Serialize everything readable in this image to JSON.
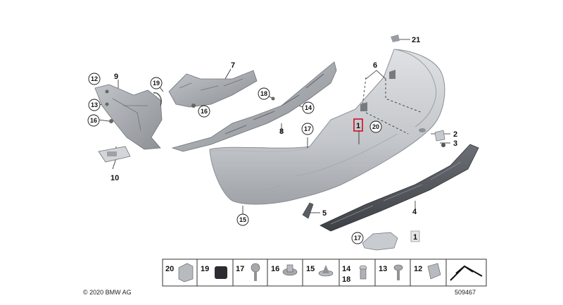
{
  "callouts": {
    "p1": "1",
    "p2": "2",
    "p3": "3",
    "p4": "4",
    "p5": "5",
    "p6": "6",
    "p7": "7",
    "p8": "8",
    "p9": "9",
    "p10": "10",
    "p12": "12",
    "p13": "13",
    "p14": "14",
    "p15": "15",
    "p16": "16",
    "p17": "17",
    "p18": "18",
    "p19": "19",
    "p20": "20",
    "p21": "21"
  },
  "legend": {
    "items": [
      "20",
      "19",
      "17",
      "16",
      "15",
      "14",
      "18",
      "13",
      "12"
    ]
  },
  "footer": {
    "copyright": "© 2020 BMW AG",
    "diagram_number": "509467"
  },
  "colors": {
    "bumper": "#c9ccd0",
    "bracket": "#9ea2a7",
    "highlight": "#d0021b"
  }
}
